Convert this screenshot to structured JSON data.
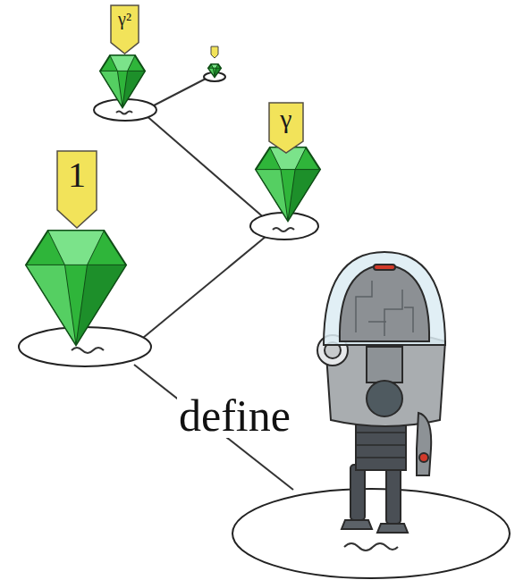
{
  "diagram": {
    "nodes": [
      {
        "text": [
          "1"
        ]
      },
      {
        "text": [
          "γ"
        ]
      },
      {
        "text": [
          "γ²"
        ]
      }
    ],
    "labels": [
      "define"
    ]
  }
}
